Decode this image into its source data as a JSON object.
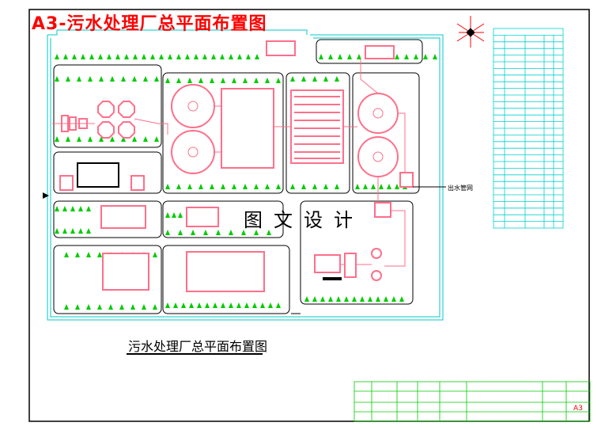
{
  "page_title": "A3-污水处理厂总平面布置图",
  "watermark": "图文设计",
  "caption": "污水处理厂总平面布置图",
  "outlet_label": "出水管网",
  "title_block": {
    "scale_label": "A3"
  },
  "colors": {
    "frame": "#000000",
    "boundary": "#00c8c8",
    "roads": "#000000",
    "structures": "#ff6f8a",
    "structure_fill": "#ffffff",
    "trees": "#00cc00",
    "title": "#ff0000",
    "table_lines": "#00d0d0",
    "table_text": "#0000cc"
  }
}
